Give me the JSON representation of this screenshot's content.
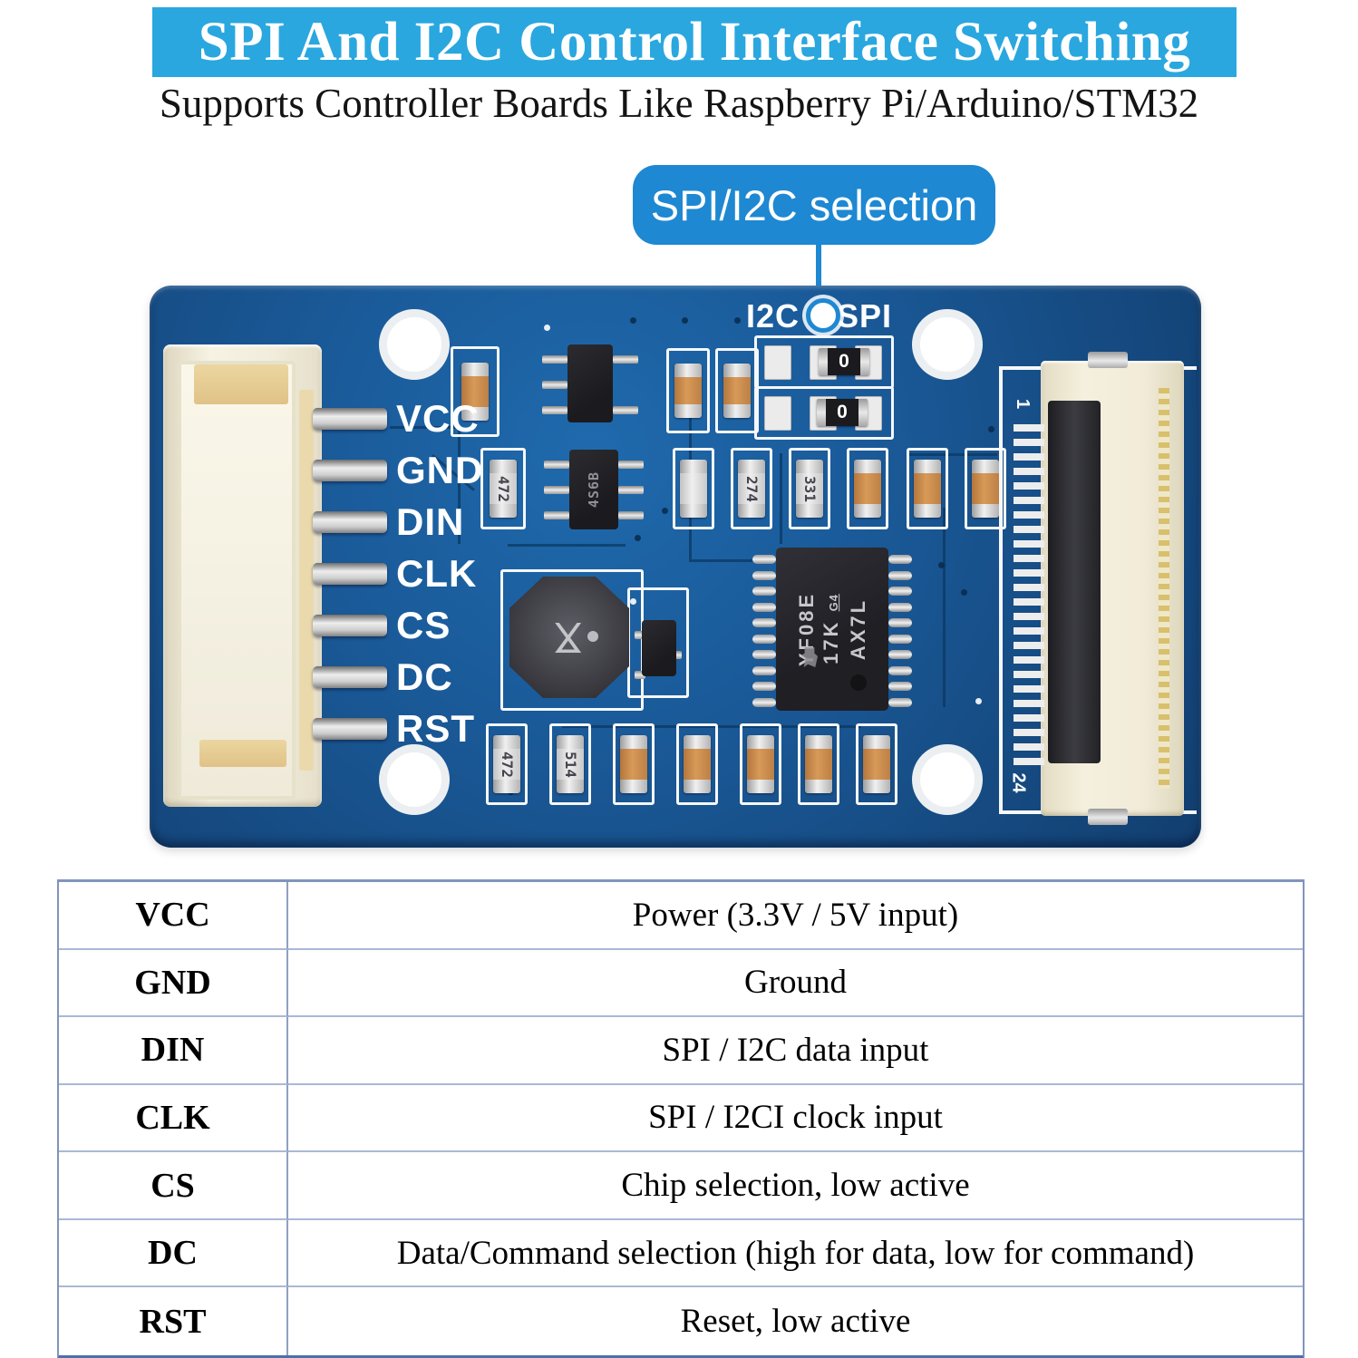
{
  "header": {
    "title": "SPI And I2C Control Interface Switching",
    "subtitle": "Supports Controller Boards Like Raspberry Pi/Arduino/STM32",
    "banner_color": "#2aa7df"
  },
  "callout": {
    "label": "SPI/I2C selection",
    "color": "#1e88d2"
  },
  "board": {
    "pins": [
      "VCC",
      "GND",
      "DIN",
      "CLK",
      "CS",
      "DC",
      "RST"
    ],
    "silkscreen": {
      "i2c": "I2C",
      "spi": "SPI",
      "fpc_pin_first": "1",
      "fpc_pin_last": "24"
    },
    "jumpers": {
      "top_value": "0",
      "bottom_value": "0"
    },
    "main_chip": {
      "line1": "YF08E",
      "line2": "17K",
      "line2_suffix": "G4",
      "line3": "AX7L"
    },
    "sot_marking": "4S6B",
    "inductor_glyph": "⋊",
    "resistor_markings": {
      "mid_left": "472",
      "mid_a": "274",
      "mid_b": "331",
      "bottom_a": "472",
      "bottom_b": "514"
    }
  },
  "pin_table": {
    "rows": [
      {
        "pin": "VCC",
        "desc": "Power (3.3V / 5V input)"
      },
      {
        "pin": "GND",
        "desc": "Ground"
      },
      {
        "pin": "DIN",
        "desc": "SPI / I2C data input"
      },
      {
        "pin": "CLK",
        "desc": "SPI / I2CI clock input"
      },
      {
        "pin": "CS",
        "desc": "Chip selection, low active"
      },
      {
        "pin": "DC",
        "desc": "Data/Command selection (high for data, low for command)"
      },
      {
        "pin": "RST",
        "desc": "Reset, low active"
      }
    ]
  }
}
